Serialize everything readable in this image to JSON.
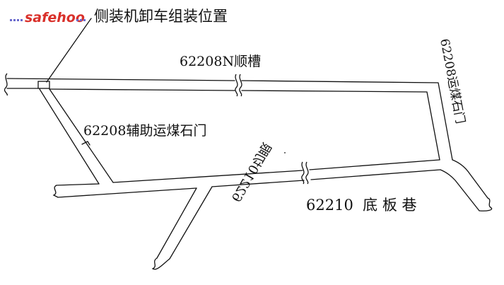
{
  "watermark": {
    "text": "safehoo",
    "color": "#d9302a"
  },
  "labels": {
    "equipment_position": "侧装机卸车组装位置",
    "upper_roadway": "62208N顺槽",
    "right_roadway": "62208运煤石门",
    "aux_crosscut": "62208辅助运煤石门",
    "floor_roadway": "62210  底 板 巷",
    "cut_roadway": "62210切眼"
  }
}
